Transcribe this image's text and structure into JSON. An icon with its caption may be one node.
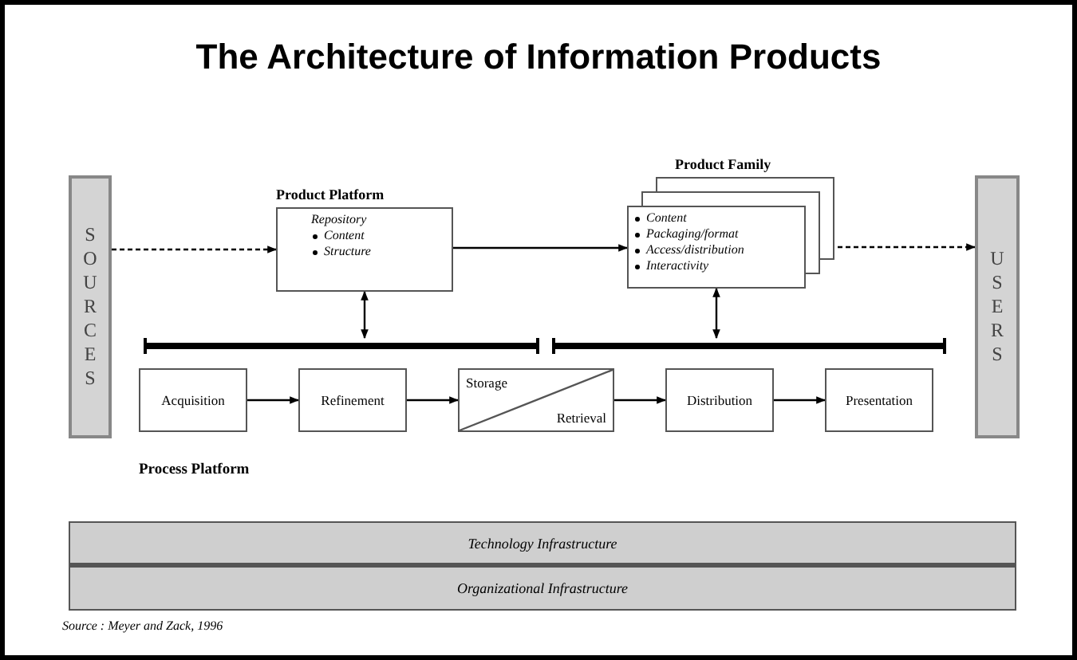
{
  "diagram": {
    "title": "The Architecture of Information  Products",
    "caption": "Source : Meyer and Zack, 1996",
    "nodes": [
      {
        "text": [
          "SOURCES"
        ]
      },
      {
        "text": [
          "Product Platform",
          "Repository",
          "Content",
          "Structure"
        ]
      },
      {
        "text": [
          "Product Family",
          "Content",
          "Packaging/format",
          "Access/distribution",
          "Interactivity"
        ]
      },
      {
        "text": [
          "USERS"
        ]
      },
      {
        "text": [],
        "shape": "bar"
      },
      {
        "text": [],
        "shape": "bar"
      },
      {
        "text": [
          "Acquisition"
        ]
      },
      {
        "text": [
          "Refinement"
        ]
      },
      {
        "text": [
          "Storage",
          "Retrieval"
        ]
      },
      {
        "text": [
          "Distribution"
        ]
      },
      {
        "text": [
          "Presentation"
        ]
      },
      {
        "text": [
          "Technology Infrastructure"
        ]
      },
      {
        "text": [
          "Organizational Infrastructure"
        ]
      }
    ],
    "edges": [
      {
        "from": 0,
        "to": 1,
        "arrow": "to",
        "style": "dashed"
      },
      {
        "from": 1,
        "to": 2,
        "arrow": "to"
      },
      {
        "from": 2,
        "to": 3,
        "arrow": "to",
        "style": "dashed"
      },
      {
        "from": 1,
        "to": 4,
        "arrow": "both"
      },
      {
        "from": 2,
        "to": 5,
        "arrow": "both"
      },
      {
        "from": 6,
        "to": 7,
        "arrow": "to"
      },
      {
        "from": 7,
        "to": 8,
        "arrow": "to"
      },
      {
        "from": 8,
        "to": 9,
        "arrow": "to"
      },
      {
        "from": 9,
        "to": 10,
        "arrow": "to"
      }
    ],
    "labels": [
      "Process Platform"
    ]
  }
}
